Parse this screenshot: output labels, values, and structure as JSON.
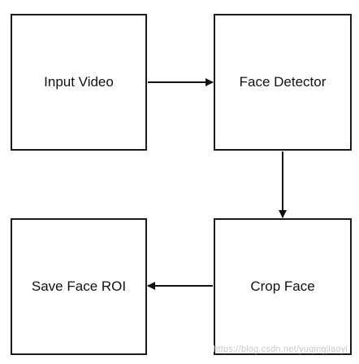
{
  "nodes": {
    "input_video": "Input Video",
    "face_detector": "Face Detector",
    "crop_face": "Crop Face",
    "save_face_roi": "Save Face ROI"
  },
  "watermark": "https://blog.csdn.net/yuqingjiaoyi"
}
